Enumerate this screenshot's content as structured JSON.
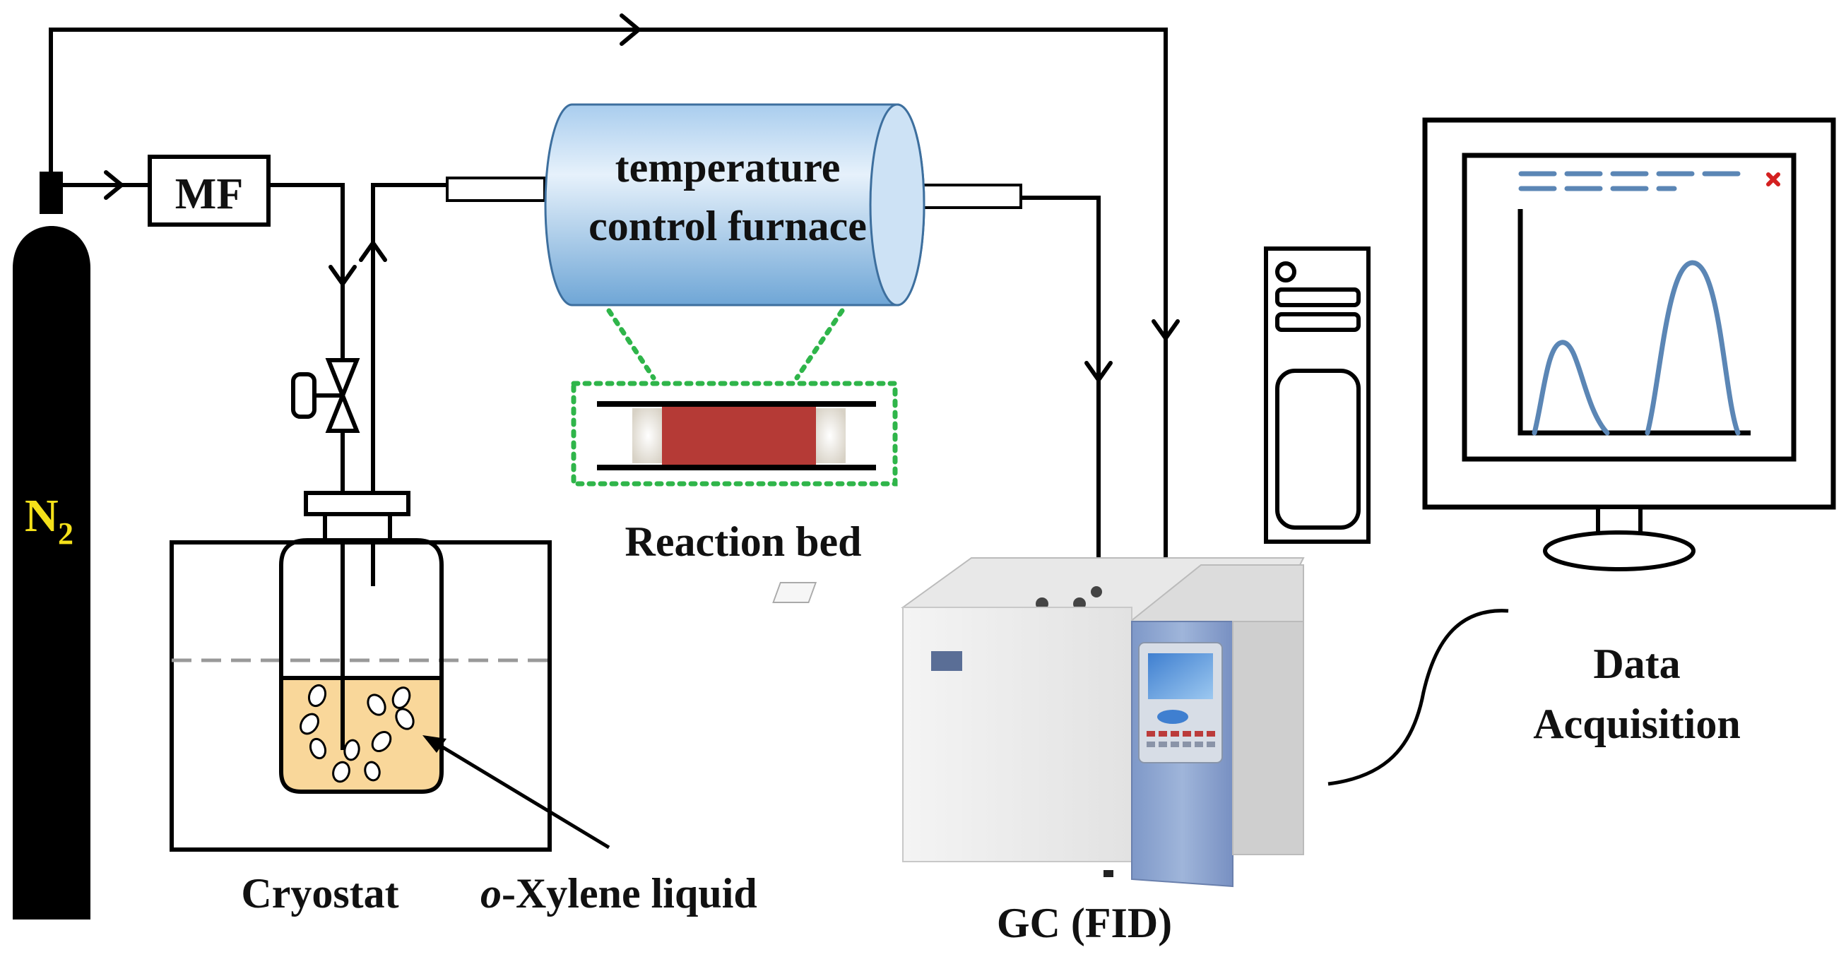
{
  "labels": {
    "gas": "N",
    "gas_subscript": "2",
    "mass_flow": "MF",
    "furnace_line1": "temperature",
    "furnace_line2": "control furnace",
    "reaction_bed": "Reaction bed",
    "cryostat": "Cryostat",
    "liquid_italic": "o",
    "liquid_rest": "-Xylene liquid",
    "gc": "GC (FID)",
    "data_line1": "Data",
    "data_line2": "Acquisition"
  },
  "colors": {
    "line": "#000000",
    "gas_label": "#f5e11a",
    "furnace_fill_light": "#e4f0fb",
    "furnace_fill_dark": "#6fa6d6",
    "reaction_bed": "#b53a36",
    "bed_outline": "#2fb54a",
    "liquid": "#f9d79a",
    "water_line": "#999999",
    "chromatogram": "#5b86b5",
    "close_mark": "#d42020",
    "gc_body": "#eeeeee",
    "gc_panel": "#8ea6cf"
  },
  "icons": {
    "cylinder": "gas-cylinder-icon",
    "valve": "valve-icon",
    "computer": "computer-tower-icon",
    "monitor": "monitor-icon",
    "gc": "gas-chromatograph-icon"
  }
}
